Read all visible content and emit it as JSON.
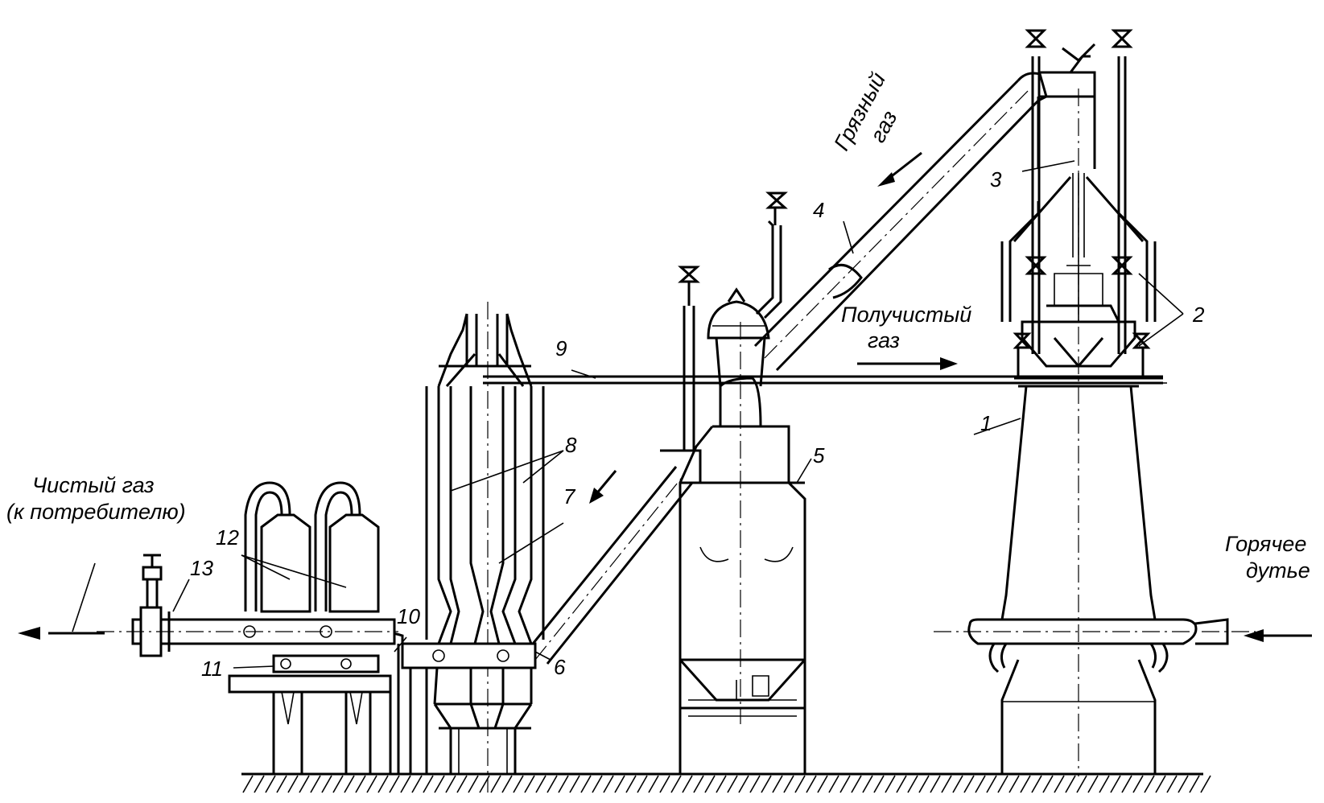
{
  "labels": {
    "dirty_gas_line1": "Грязный",
    "dirty_gas_line2": "газ",
    "semi_clean_line1": "Получистый",
    "semi_clean_line2": "газ",
    "clean_gas_line1": "Чистый газ",
    "clean_gas_line2": "(к потребителю)",
    "hot_blast_line1": "Горячее",
    "hot_blast_line2": "дутье"
  },
  "numbers": {
    "n1": "1",
    "n2": "2",
    "n3": "3",
    "n4": "4",
    "n5": "5",
    "n6": "6",
    "n7": "7",
    "n8": "8",
    "n9": "9",
    "n10": "10",
    "n11": "11",
    "n12": "12",
    "n13": "13"
  },
  "colors": {
    "line": "#000000",
    "background": "#ffffff"
  }
}
